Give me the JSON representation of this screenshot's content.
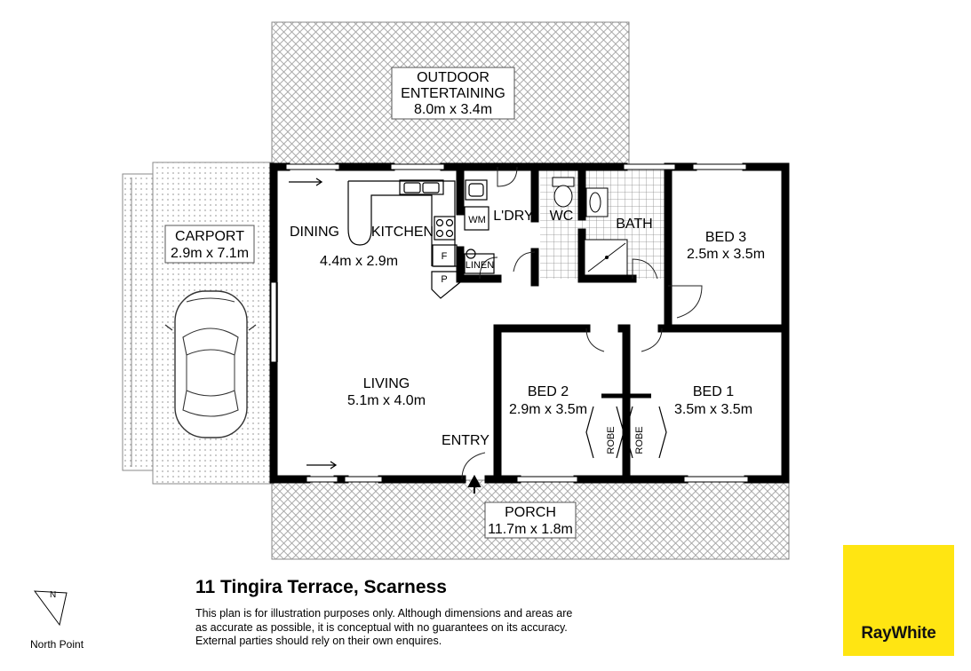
{
  "rooms": {
    "outdoor_entertaining": {
      "line1": "OUTDOOR",
      "line2": "ENTERTAINING",
      "dims": "8.0m x 3.4m"
    },
    "carport": {
      "name": "CARPORT",
      "dims": "2.9m x 7.1m"
    },
    "dining": {
      "name": "DINING"
    },
    "kitchen": {
      "name": "KITCHEN",
      "dims": "4.4m x 2.9m"
    },
    "laundry": {
      "name": "L'DRY"
    },
    "wc": {
      "name": "WC"
    },
    "bath": {
      "name": "BATH"
    },
    "bed3": {
      "name": "BED 3",
      "dims": "2.5m x 3.5m"
    },
    "living": {
      "name": "LIVING",
      "dims": "5.1m x 4.0m"
    },
    "bed2": {
      "name": "BED 2",
      "dims": "2.9m x 3.5m"
    },
    "bed1": {
      "name": "BED 1",
      "dims": "3.5m x 3.5m"
    },
    "entry": {
      "name": "ENTRY"
    },
    "porch": {
      "name": "PORCH",
      "dims": "11.7m x 1.8m"
    }
  },
  "fixtures": {
    "wm": "WM",
    "linen": "LINEN",
    "fridge": "F",
    "pantry": "P",
    "robe_left": "ROBE",
    "robe_right": "ROBE"
  },
  "footer": {
    "address": "11 Tingira Terrace, Scarness",
    "disclaimer_lines": [
      "This plan is for illustration purposes only.  Although dimensions and areas are",
      "as accurate as possible, it is conceptual with no guarantees on its accuracy.",
      "External parties should rely on their own enquires."
    ],
    "north_label": "North Point",
    "north_letter": "N"
  },
  "brand": {
    "logo_text": "RayWhite",
    "logo_color": "#ffe512"
  },
  "colors": {
    "wall": "#000000",
    "paving": "#9a9a9a",
    "tile": "#8a8a8a"
  }
}
